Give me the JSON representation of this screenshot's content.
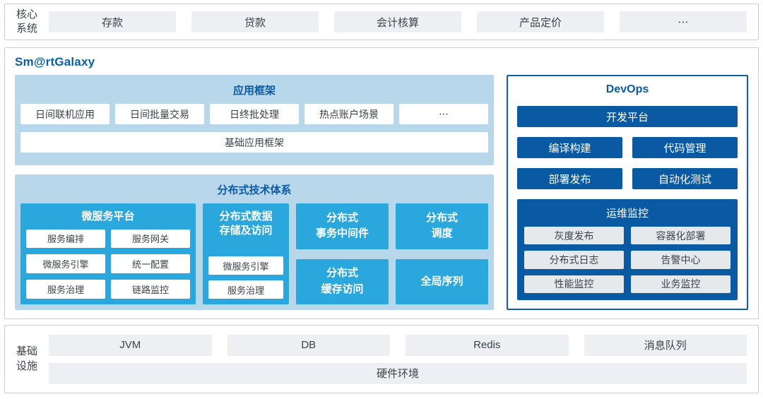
{
  "top_bar": {
    "label": "核心\n系统",
    "items": [
      "存款",
      "贷款",
      "会计核算",
      "产品定价",
      "⋯"
    ]
  },
  "main": {
    "title": "Sm@rtGalaxy",
    "app_framework": {
      "title": "应用框架",
      "apps": [
        "日间联机应用",
        "日间批量交易",
        "日终批处理",
        "热点账户场景",
        "⋯"
      ],
      "base": "基础应用框架"
    },
    "distributed": {
      "title": "分布式技术体系",
      "microservice_platform": {
        "title": "微服务平台",
        "items": [
          "服务编排",
          "服务网关",
          "微服务引擎",
          "统一配置",
          "服务治理",
          "链路监控"
        ]
      },
      "data_storage": {
        "title": "分布式数据\n存储及访问",
        "items": [
          "微服务引擎",
          "服务治理"
        ]
      },
      "transaction_middleware": "分布式\n事务中间件",
      "scheduling": "分布式\n调度",
      "cache_access": "分布式\n缓存访问",
      "global_sequence": "全局序列"
    },
    "devops": {
      "title": "DevOps",
      "dev_platform": "开发平台",
      "tools": [
        "编译构建",
        "代码管理",
        "部署发布",
        "自动化测试"
      ],
      "ops_monitoring": {
        "title": "运维监控",
        "items": [
          "灰度发布",
          "容器化部署",
          "分布式日志",
          "告警中心",
          "性能监控",
          "业务监控"
        ]
      }
    }
  },
  "bottom_bar": {
    "label": "基础\n设施",
    "items": [
      "JVM",
      "DB",
      "Redis",
      "消息队列"
    ],
    "base": "硬件环境"
  },
  "colors": {
    "cyan_blue": "#2aa7dc",
    "dark_blue": "#0a5aa3",
    "panel_light_blue": "#b9d7ea",
    "title_blue": "#0a60ab",
    "light_gray_box": "#edeff2",
    "monitor_gray_box": "#e6e9ec",
    "border_gray": "#c6ccd2"
  }
}
